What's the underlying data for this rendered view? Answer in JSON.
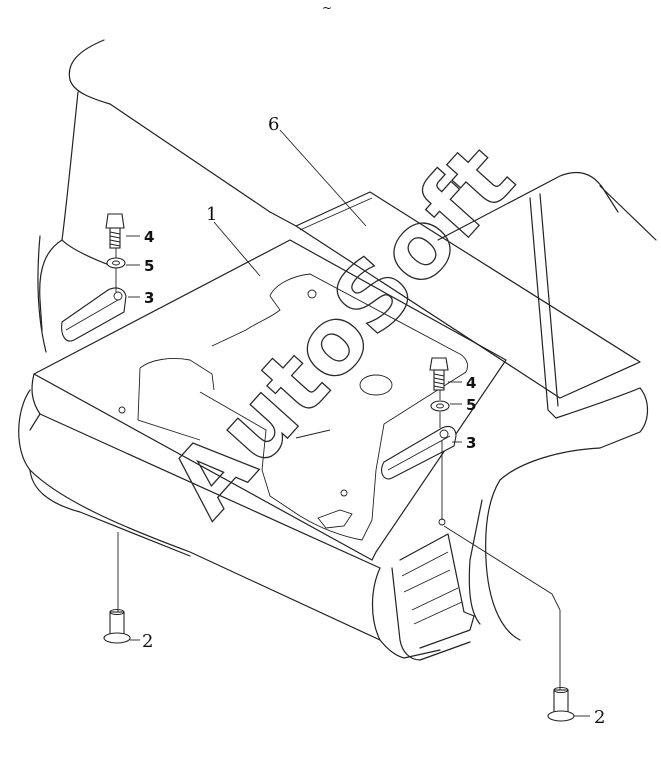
{
  "watermark": "AutoSoft",
  "header_mark": "~",
  "callouts": {
    "p1": "1",
    "p2_left": "2",
    "p2_right": "2",
    "p3_left": "3",
    "p3_right": "3",
    "p4_left": "4",
    "p4_right": "4",
    "p5_left": "5",
    "p5_right": "5",
    "p6": "6"
  }
}
